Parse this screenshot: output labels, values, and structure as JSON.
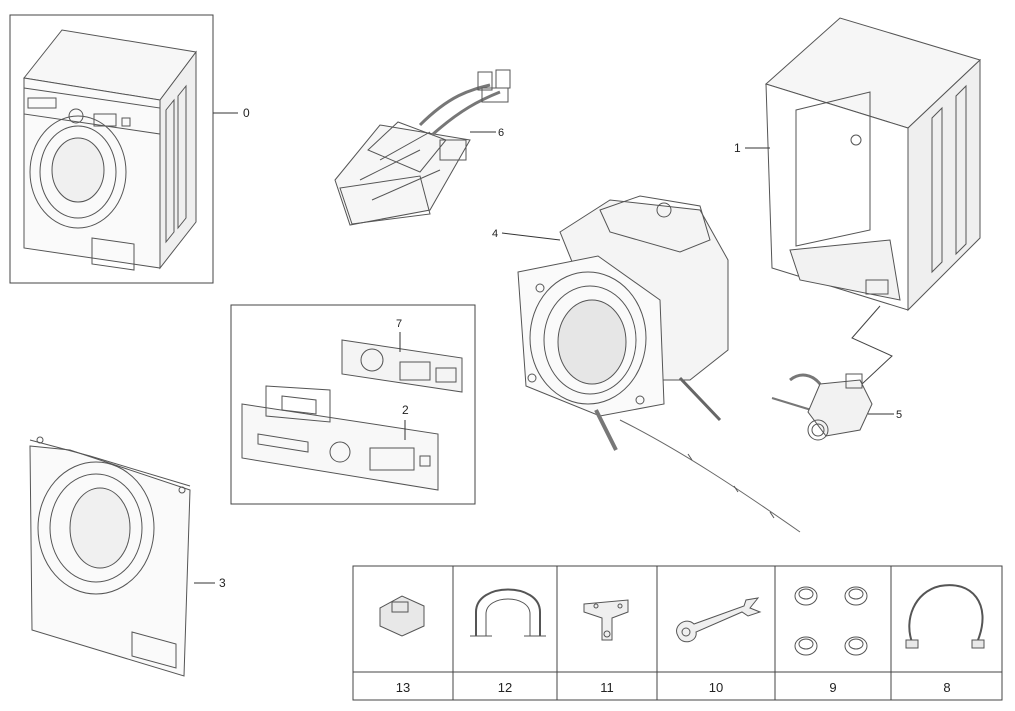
{
  "callouts": {
    "washer_complete": "0",
    "cabinet": "1",
    "control_panel": "2",
    "front_door_panel": "3",
    "tub_assembly": "4",
    "drain_pump": "5",
    "water_valve_hose": "6",
    "pcb_module": "7"
  },
  "accessories": [
    {
      "number": "13",
      "icon": "bracket-clip-icon"
    },
    {
      "number": "12",
      "icon": "hose-guide-icon"
    },
    {
      "number": "11",
      "icon": "cap-plate-icon"
    },
    {
      "number": "10",
      "icon": "spanner-icon"
    },
    {
      "number": "9",
      "icon": "leg-cap-set-icon"
    },
    {
      "number": "8",
      "icon": "inlet-hose-icon"
    }
  ]
}
